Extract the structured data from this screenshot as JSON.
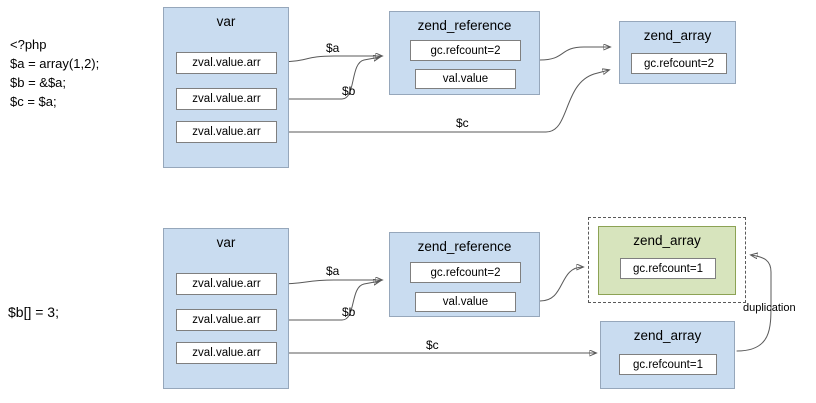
{
  "colors": {
    "box_fill": "#c9dcf0",
    "box_border": "#96a7bb",
    "inner_fill": "#ffffff",
    "inner_border": "#7f7f7f",
    "green_fill": "#d7e4bd",
    "green_border": "#8ca254",
    "line": "#595959"
  },
  "top": {
    "code": [
      "<?php",
      "$a = array(1,2);",
      "$b = &$a;",
      "$c = $a;"
    ],
    "var": {
      "title": "var",
      "slots": [
        "zval.value.arr",
        "zval.value.arr",
        "zval.value.arr"
      ]
    },
    "reference": {
      "title": "zend_reference",
      "refcount": "gc.refcount=2",
      "value": "val.value"
    },
    "array": {
      "title": "zend_array",
      "refcount": "gc.refcount=2"
    },
    "labels": {
      "a": "$a",
      "b": "$b",
      "c": "$c"
    }
  },
  "bottom": {
    "code": [
      "$b[] = 3;"
    ],
    "var": {
      "title": "var",
      "slots": [
        "zval.value.arr",
        "zval.value.arr",
        "zval.value.arr"
      ]
    },
    "reference": {
      "title": "zend_reference",
      "refcount": "gc.refcount=2",
      "value": "val.value"
    },
    "array_new": {
      "title": "zend_array",
      "refcount": "gc.refcount=1"
    },
    "array_old": {
      "title": "zend_array",
      "refcount": "gc.refcount=1"
    },
    "labels": {
      "a": "$a",
      "b": "$b",
      "c": "$c",
      "duplication": "duplication"
    }
  }
}
